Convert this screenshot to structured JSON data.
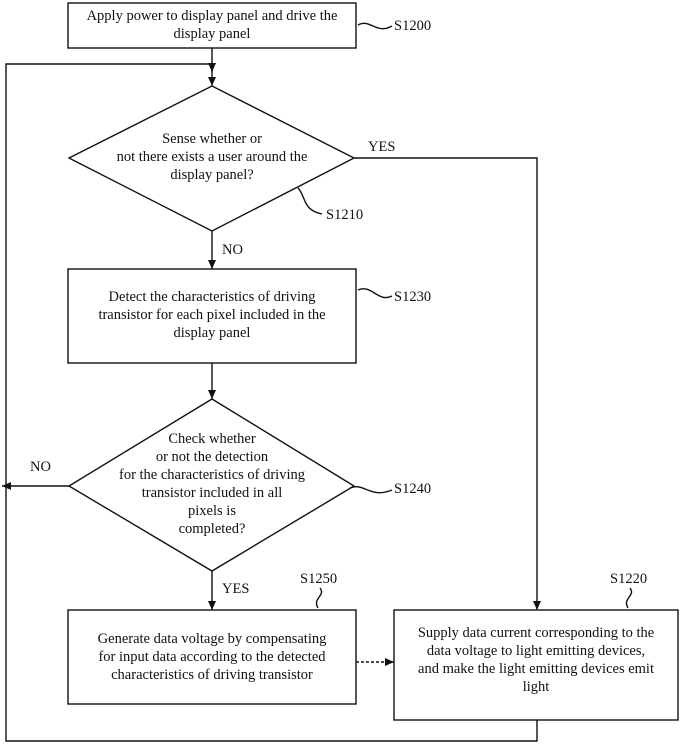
{
  "steps": {
    "s1200": {
      "id": "S1200",
      "lines": [
        "Apply power to display panel and drive the",
        "display panel"
      ]
    },
    "s1210": {
      "id": "S1210",
      "lines": [
        "Sense whether or",
        "not there exists a user around the",
        "display panel?"
      ]
    },
    "s1230": {
      "id": "S1230",
      "lines": [
        "Detect the characteristics of driving",
        "transistor for each pixel included in the",
        "display panel"
      ]
    },
    "s1240": {
      "id": "S1240",
      "lines": [
        "Check whether",
        "or not the detection",
        "for the characteristics of driving",
        "transistor included in all",
        "pixels is",
        "completed?"
      ]
    },
    "s1250": {
      "id": "S1250",
      "lines": [
        "Generate data voltage by compensating",
        "for input data according to the detected",
        "characteristics of driving transistor"
      ]
    },
    "s1220": {
      "id": "S1220",
      "lines": [
        "Supply data current corresponding to the",
        "data voltage to light emitting devices,",
        "and make the light emitting devices emit",
        "light"
      ]
    }
  },
  "branches": {
    "s1210_yes": "YES",
    "s1210_no": "NO",
    "s1240_no": "NO",
    "s1240_yes": "YES"
  },
  "colors": {
    "line": "#111111",
    "background": "#ffffff"
  }
}
